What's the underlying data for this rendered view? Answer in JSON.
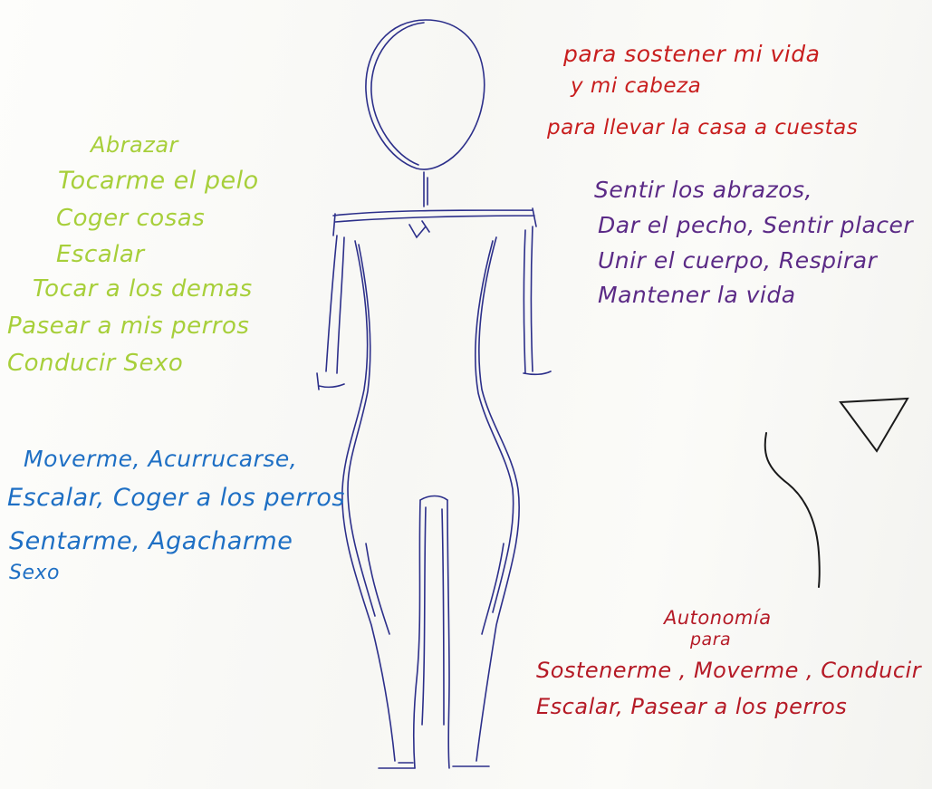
{
  "colors": {
    "paper": "#fbfbf9",
    "ink_figure": "#2c2f8a",
    "ink_top_right": "#c81e1e",
    "ink_chest": "#5b2a86",
    "ink_arms": "#a7cf3a",
    "ink_legs": "#1e6fc4",
    "ink_autonomy": "#b51a26"
  },
  "notes": {
    "head": {
      "line1": "para sostener mi vida",
      "line2": "y mi cabeza",
      "line3": "para llevar la casa a cuestas"
    },
    "chest": {
      "line1": "Sentir los abrazos,",
      "line2": "Dar el pecho, Sentir placer",
      "line3": "Unir el cuerpo, Respirar",
      "line4": "Mantener la vida"
    },
    "arms": {
      "line1": "Abrazar",
      "line2": "Tocarme el pelo",
      "line3": "Coger cosas",
      "line4": "Escalar",
      "line5": "Tocar a los demas",
      "line6": "Pasear a mis perros",
      "line7": "Conducir Sexo"
    },
    "legs": {
      "line1": "Moverme, Acurrucarse,",
      "line2": "Escalar, Coger a los perros",
      "line3": "Sentarme, Agacharme",
      "line4": "Sexo"
    },
    "autonomy": {
      "line1": "Autonomía",
      "line2": "para",
      "line3": "Sostenerme , Moverme , Conducir",
      "line4": "Escalar, Pasear a los perros"
    }
  }
}
